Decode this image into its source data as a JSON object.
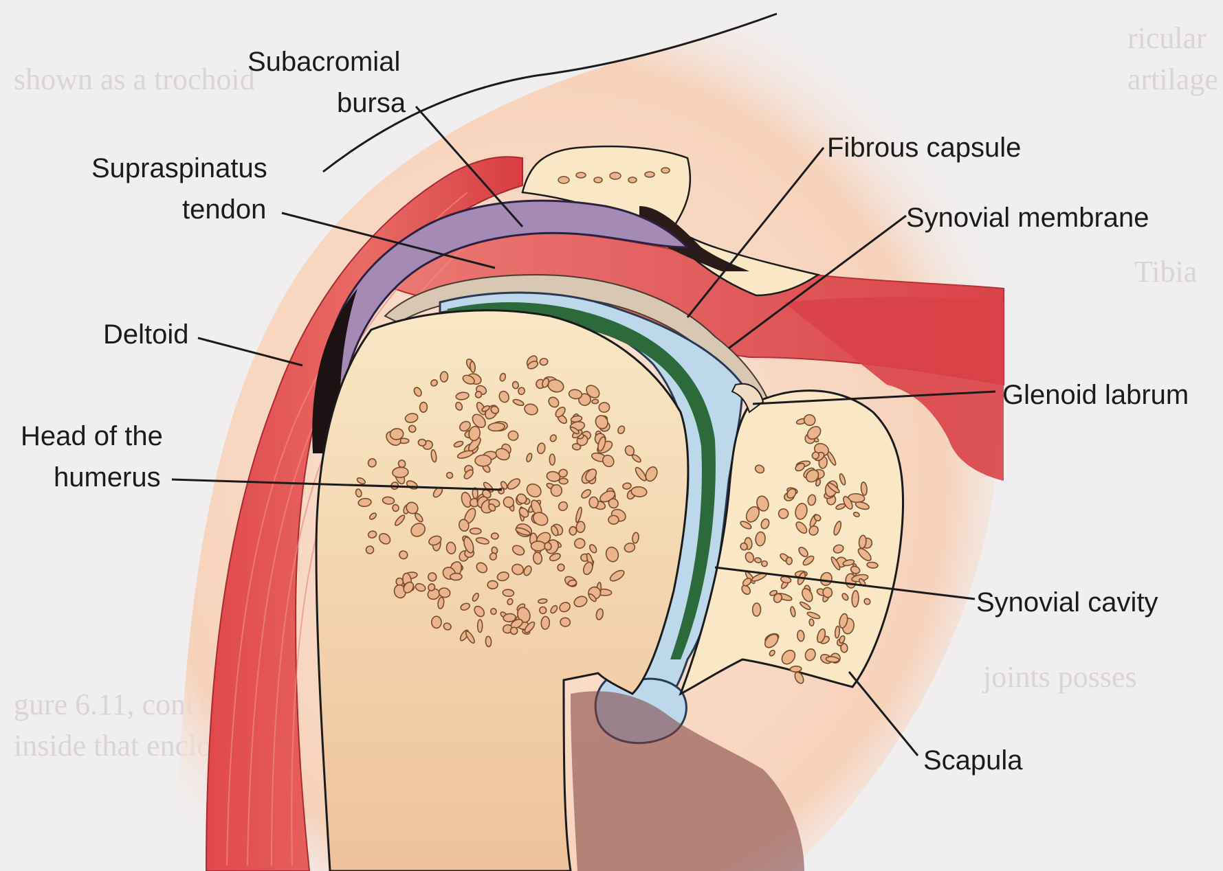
{
  "diagram": {
    "colors": {
      "page": "#f1eeef",
      "skin": "#f6cbb0",
      "muscle": "#dd3f45",
      "bone": "#f9e7c5",
      "spongy_bone": "#eab48d",
      "bursa": "#a48ab5",
      "capsule": "#2c6a3c",
      "synovial_fluid": "#bcd8ea",
      "outline": "#1b1b1b"
    },
    "labels": {
      "subacromial_bursa": [
        "Subacromial",
        "bursa"
      ],
      "supraspinatus_tendon": [
        "Supraspinatus",
        "tendon"
      ],
      "deltoid": "Deltoid",
      "head_of_humerus": [
        "Head of the",
        "humerus"
      ],
      "fibrous_capsule": "Fibrous capsule",
      "synovial_membrane": "Synovial membrane",
      "glenoid_labrum": "Glenoid labrum",
      "synovial_cavity": "Synovial cavity",
      "scapula": "Scapula"
    }
  }
}
